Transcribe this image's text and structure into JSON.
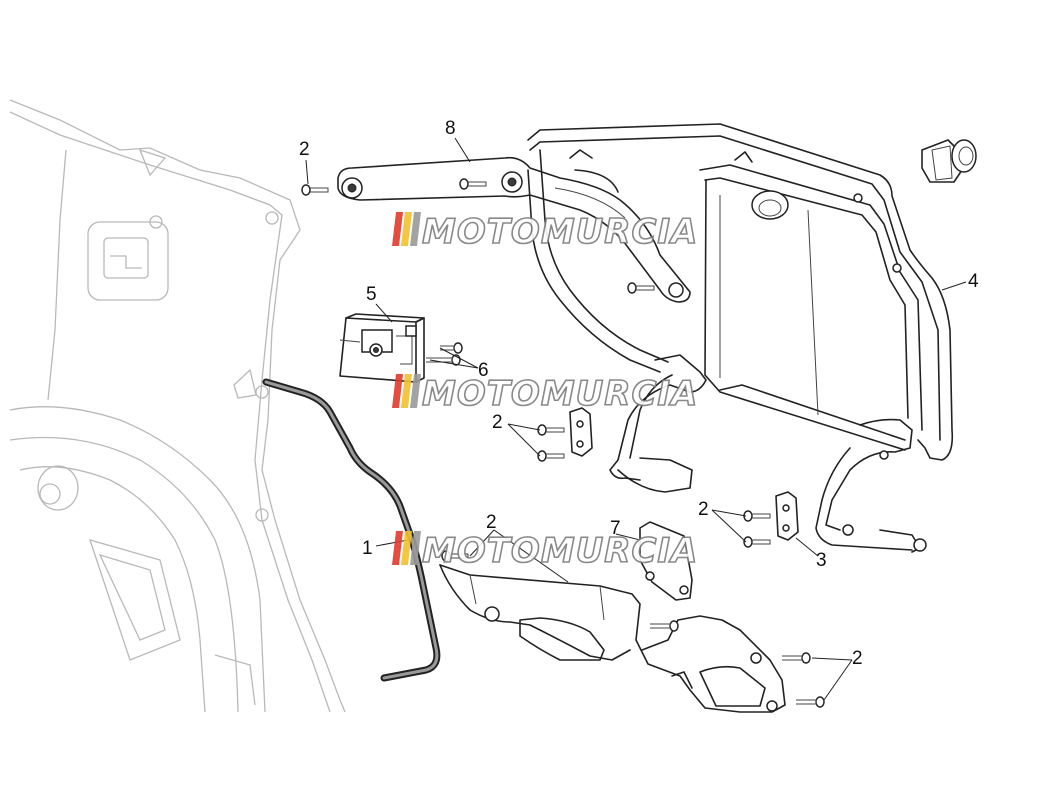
{
  "diagram": {
    "callouts": [
      {
        "id": "c-8",
        "text": "8"
      },
      {
        "id": "c-2a",
        "text": "2"
      },
      {
        "id": "c-5",
        "text": "5"
      },
      {
        "id": "c-6",
        "text": "6"
      },
      {
        "id": "c-4",
        "text": "4"
      },
      {
        "id": "c-2b",
        "text": "2"
      },
      {
        "id": "c-2c",
        "text": "2"
      },
      {
        "id": "c-3",
        "text": "3"
      },
      {
        "id": "c-1",
        "text": "1"
      },
      {
        "id": "c-2d",
        "text": "2"
      },
      {
        "id": "c-7",
        "text": "7"
      },
      {
        "id": "c-2e",
        "text": "2"
      }
    ],
    "watermark": "MOTOMURCIA",
    "colors": {
      "line": "#222222",
      "body_outline": "#b9b9b9",
      "watermark_stroke": "#7d7d7d",
      "flag_red": "#e23a2b",
      "flag_yellow": "#f2c12e",
      "flag_grey": "#9a9a9a"
    }
  }
}
